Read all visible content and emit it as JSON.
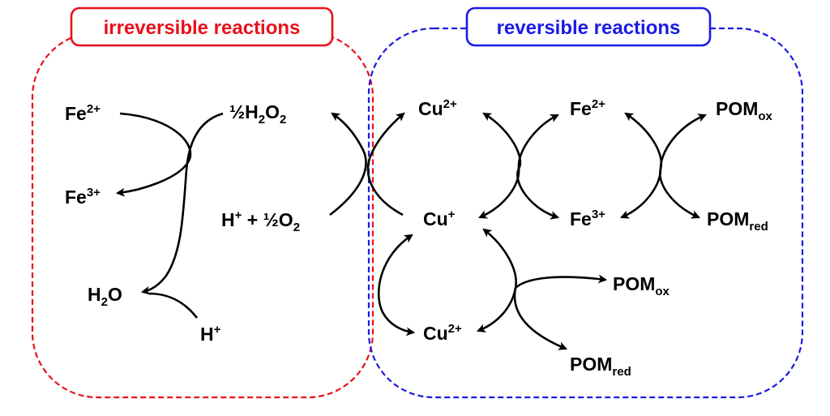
{
  "colors": {
    "irreversible": "#e8101a",
    "reversible": "#1a1ae6",
    "arrows": "#000000"
  },
  "titles": {
    "irreversible": "irreversible reactions",
    "reversible": "reversible reactions"
  },
  "species": {
    "fe2_left": {
      "base": "Fe",
      "sup": "2+"
    },
    "fe3_left": {
      "base": "Fe",
      "sup": "3+"
    },
    "half_h2o2": {
      "base": "½H",
      "sub": "2",
      "tail": "O",
      "sub2": "2"
    },
    "h_half_o2": {
      "base": "H",
      "sup": "+",
      "tail": " + ½O",
      "sub": "2"
    },
    "h2o": {
      "base": "H",
      "sub": "2",
      "tail": "O"
    },
    "h_plus": {
      "base": "H",
      "sup": "+"
    },
    "cu2_top": {
      "base": "Cu",
      "sup": "2+"
    },
    "cu_plus": {
      "base": "Cu",
      "sup": "+"
    },
    "cu2_bottom": {
      "base": "Cu",
      "sup": "2+"
    },
    "fe2_right": {
      "base": "Fe",
      "sup": "2+"
    },
    "fe3_right": {
      "base": "Fe",
      "sup": "3+"
    },
    "pom_ox_top": {
      "base": "POM",
      "sub": "ox"
    },
    "pom_red_top": {
      "base": "POM",
      "sub": "red"
    },
    "pom_ox_bottom": {
      "base": "POM",
      "sub": "ox"
    },
    "pom_red_bottom": {
      "base": "POM",
      "sub": "red"
    }
  }
}
